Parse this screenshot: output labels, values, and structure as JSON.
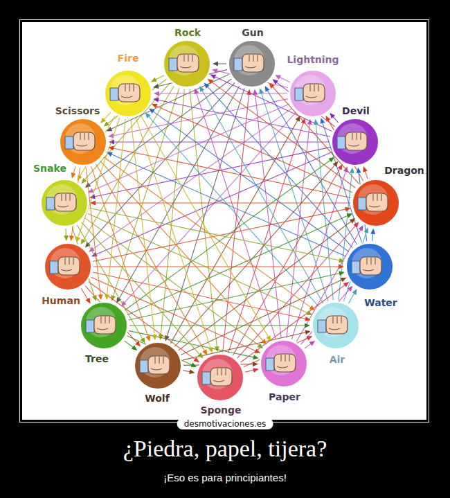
{
  "diagram": {
    "title": "¿Piedra, papel, tijera?",
    "caption": "¡Eso es para principiantes!",
    "nodes": [
      {
        "text": [
          "Rock"
        ]
      },
      {
        "text": [
          "Gun"
        ]
      },
      {
        "text": [
          "Lightning"
        ]
      },
      {
        "text": [
          "Devil"
        ]
      },
      {
        "text": [
          "Dragon"
        ]
      },
      {
        "text": [
          "Water"
        ]
      },
      {
        "text": [
          "Air"
        ]
      },
      {
        "text": [
          "Paper"
        ]
      },
      {
        "text": [
          "Sponge"
        ]
      },
      {
        "text": [
          "Wolf"
        ]
      },
      {
        "text": [
          "Tree"
        ]
      },
      {
        "text": [
          "Human"
        ]
      },
      {
        "text": [
          "Snake"
        ]
      },
      {
        "text": [
          "Scissors"
        ]
      },
      {
        "text": [
          "Fire"
        ]
      }
    ],
    "edges": [
      {
        "from": 0,
        "to": 14,
        "arrow": "to"
      },
      {
        "from": 0,
        "to": 13,
        "arrow": "to"
      },
      {
        "from": 0,
        "to": 12,
        "arrow": "to"
      },
      {
        "from": 0,
        "to": 11,
        "arrow": "to"
      },
      {
        "from": 0,
        "to": 10,
        "arrow": "to"
      },
      {
        "from": 0,
        "to": 9,
        "arrow": "to"
      },
      {
        "from": 0,
        "to": 8,
        "arrow": "to"
      },
      {
        "from": 1,
        "to": 0,
        "arrow": "to"
      },
      {
        "from": 1,
        "to": 14,
        "arrow": "to"
      },
      {
        "from": 1,
        "to": 13,
        "arrow": "to"
      },
      {
        "from": 1,
        "to": 12,
        "arrow": "to"
      },
      {
        "from": 1,
        "to": 11,
        "arrow": "to"
      },
      {
        "from": 1,
        "to": 10,
        "arrow": "to"
      },
      {
        "from": 1,
        "to": 9,
        "arrow": "to"
      },
      {
        "from": 2,
        "to": 1,
        "arrow": "to"
      },
      {
        "from": 2,
        "to": 0,
        "arrow": "to"
      },
      {
        "from": 2,
        "to": 14,
        "arrow": "to"
      },
      {
        "from": 2,
        "to": 13,
        "arrow": "to"
      },
      {
        "from": 2,
        "to": 12,
        "arrow": "to"
      },
      {
        "from": 2,
        "to": 11,
        "arrow": "to"
      },
      {
        "from": 2,
        "to": 10,
        "arrow": "to"
      },
      {
        "from": 3,
        "to": 2,
        "arrow": "to"
      },
      {
        "from": 3,
        "to": 1,
        "arrow": "to"
      },
      {
        "from": 3,
        "to": 0,
        "arrow": "to"
      },
      {
        "from": 3,
        "to": 14,
        "arrow": "to"
      },
      {
        "from": 3,
        "to": 13,
        "arrow": "to"
      },
      {
        "from": 3,
        "to": 12,
        "arrow": "to"
      },
      {
        "from": 3,
        "to": 11,
        "arrow": "to"
      },
      {
        "from": 4,
        "to": 3,
        "arrow": "to"
      },
      {
        "from": 4,
        "to": 2,
        "arrow": "to"
      },
      {
        "from": 4,
        "to": 1,
        "arrow": "to"
      },
      {
        "from": 4,
        "to": 0,
        "arrow": "to"
      },
      {
        "from": 4,
        "to": 14,
        "arrow": "to"
      },
      {
        "from": 4,
        "to": 13,
        "arrow": "to"
      },
      {
        "from": 4,
        "to": 12,
        "arrow": "to"
      },
      {
        "from": 5,
        "to": 4,
        "arrow": "to"
      },
      {
        "from": 5,
        "to": 3,
        "arrow": "to"
      },
      {
        "from": 5,
        "to": 2,
        "arrow": "to"
      },
      {
        "from": 5,
        "to": 1,
        "arrow": "to"
      },
      {
        "from": 5,
        "to": 0,
        "arrow": "to"
      },
      {
        "from": 5,
        "to": 14,
        "arrow": "to"
      },
      {
        "from": 5,
        "to": 13,
        "arrow": "to"
      },
      {
        "from": 6,
        "to": 5,
        "arrow": "to"
      },
      {
        "from": 6,
        "to": 4,
        "arrow": "to"
      },
      {
        "from": 6,
        "to": 3,
        "arrow": "to"
      },
      {
        "from": 6,
        "to": 2,
        "arrow": "to"
      },
      {
        "from": 6,
        "to": 1,
        "arrow": "to"
      },
      {
        "from": 6,
        "to": 0,
        "arrow": "to"
      },
      {
        "from": 6,
        "to": 14,
        "arrow": "to"
      },
      {
        "from": 7,
        "to": 6,
        "arrow": "to"
      },
      {
        "from": 7,
        "to": 5,
        "arrow": "to"
      },
      {
        "from": 7,
        "to": 4,
        "arrow": "to"
      },
      {
        "from": 7,
        "to": 3,
        "arrow": "to"
      },
      {
        "from": 7,
        "to": 2,
        "arrow": "to"
      },
      {
        "from": 7,
        "to": 1,
        "arrow": "to"
      },
      {
        "from": 7,
        "to": 0,
        "arrow": "to"
      },
      {
        "from": 8,
        "to": 7,
        "arrow": "to"
      },
      {
        "from": 8,
        "to": 6,
        "arrow": "to"
      },
      {
        "from": 8,
        "to": 5,
        "arrow": "to"
      },
      {
        "from": 8,
        "to": 4,
        "arrow": "to"
      },
      {
        "from": 8,
        "to": 3,
        "arrow": "to"
      },
      {
        "from": 8,
        "to": 2,
        "arrow": "to"
      },
      {
        "from": 8,
        "to": 1,
        "arrow": "to"
      },
      {
        "from": 9,
        "to": 8,
        "arrow": "to"
      },
      {
        "from": 9,
        "to": 7,
        "arrow": "to"
      },
      {
        "from": 9,
        "to": 6,
        "arrow": "to"
      },
      {
        "from": 9,
        "to": 5,
        "arrow": "to"
      },
      {
        "from": 9,
        "to": 4,
        "arrow": "to"
      },
      {
        "from": 9,
        "to": 3,
        "arrow": "to"
      },
      {
        "from": 9,
        "to": 2,
        "arrow": "to"
      },
      {
        "from": 10,
        "to": 9,
        "arrow": "to"
      },
      {
        "from": 10,
        "to": 8,
        "arrow": "to"
      },
      {
        "from": 10,
        "to": 7,
        "arrow": "to"
      },
      {
        "from": 10,
        "to": 6,
        "arrow": "to"
      },
      {
        "from": 10,
        "to": 5,
        "arrow": "to"
      },
      {
        "from": 10,
        "to": 4,
        "arrow": "to"
      },
      {
        "from": 10,
        "to": 3,
        "arrow": "to"
      },
      {
        "from": 11,
        "to": 10,
        "arrow": "to"
      },
      {
        "from": 11,
        "to": 9,
        "arrow": "to"
      },
      {
        "from": 11,
        "to": 8,
        "arrow": "to"
      },
      {
        "from": 11,
        "to": 7,
        "arrow": "to"
      },
      {
        "from": 11,
        "to": 6,
        "arrow": "to"
      },
      {
        "from": 11,
        "to": 5,
        "arrow": "to"
      },
      {
        "from": 11,
        "to": 4,
        "arrow": "to"
      },
      {
        "from": 12,
        "to": 11,
        "arrow": "to"
      },
      {
        "from": 12,
        "to": 10,
        "arrow": "to"
      },
      {
        "from": 12,
        "to": 9,
        "arrow": "to"
      },
      {
        "from": 12,
        "to": 8,
        "arrow": "to"
      },
      {
        "from": 12,
        "to": 7,
        "arrow": "to"
      },
      {
        "from": 12,
        "to": 6,
        "arrow": "to"
      },
      {
        "from": 12,
        "to": 5,
        "arrow": "to"
      },
      {
        "from": 13,
        "to": 12,
        "arrow": "to"
      },
      {
        "from": 13,
        "to": 11,
        "arrow": "to"
      },
      {
        "from": 13,
        "to": 10,
        "arrow": "to"
      },
      {
        "from": 13,
        "to": 9,
        "arrow": "to"
      },
      {
        "from": 13,
        "to": 8,
        "arrow": "to"
      },
      {
        "from": 13,
        "to": 7,
        "arrow": "to"
      },
      {
        "from": 13,
        "to": 6,
        "arrow": "to"
      },
      {
        "from": 14,
        "to": 13,
        "arrow": "to"
      },
      {
        "from": 14,
        "to": 12,
        "arrow": "to"
      },
      {
        "from": 14,
        "to": 11,
        "arrow": "to"
      },
      {
        "from": 14,
        "to": 10,
        "arrow": "to"
      },
      {
        "from": 14,
        "to": 9,
        "arrow": "to"
      },
      {
        "from": 14,
        "to": 8,
        "arrow": "to"
      },
      {
        "from": 14,
        "to": 7,
        "arrow": "to"
      }
    ],
    "labels": [
      "desmotivaciones.es"
    ]
  }
}
